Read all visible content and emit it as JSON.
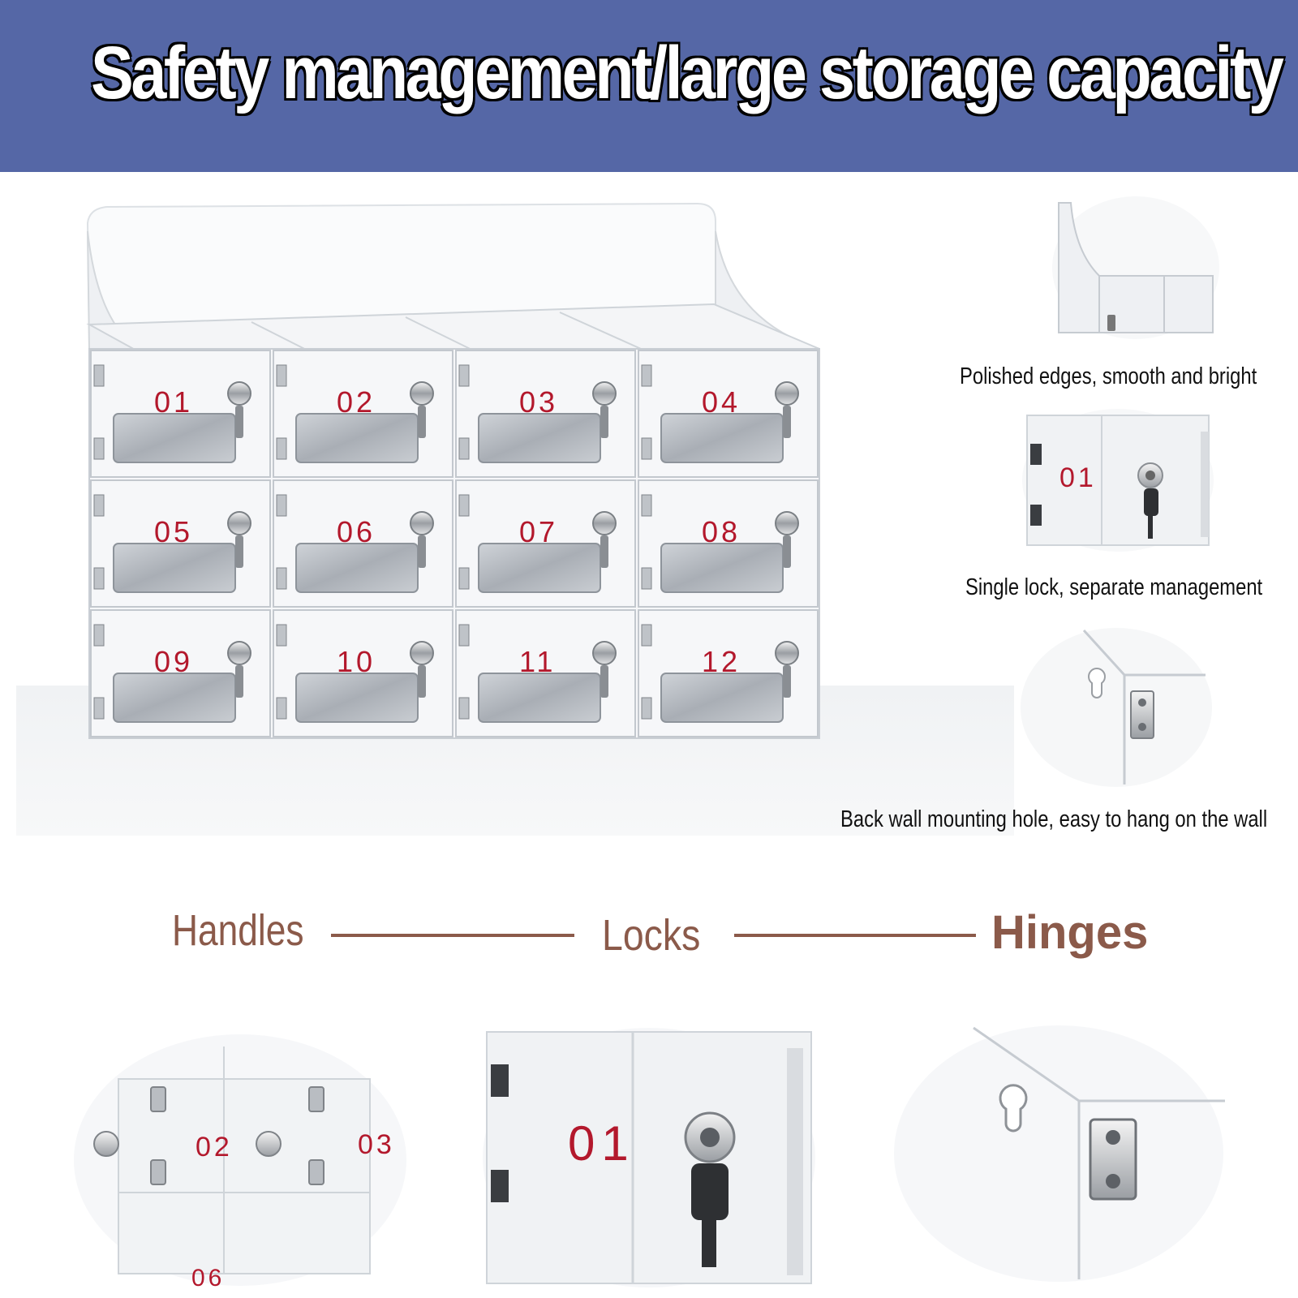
{
  "banner": {
    "title": "Safety management/large storage capacity",
    "background": "#5567a6"
  },
  "main_photo": {
    "compartments": [
      "01",
      "02",
      "03",
      "04",
      "05",
      "06",
      "07",
      "08",
      "09",
      "10",
      "11",
      "12"
    ]
  },
  "details": [
    {
      "caption": "Polished edges, smooth and bright"
    },
    {
      "caption": "Single lock, separate management",
      "compartment": "01"
    },
    {
      "caption": "Back wall mounting hole, easy to hang on the wall"
    }
  ],
  "features": {
    "color": "#8b5a4a",
    "labels": [
      "Handles",
      "Locks",
      "Hinges"
    ]
  },
  "bottom_photos": {
    "handles_numbers": [
      "02",
      "03",
      "06"
    ],
    "locks_number": "01"
  }
}
